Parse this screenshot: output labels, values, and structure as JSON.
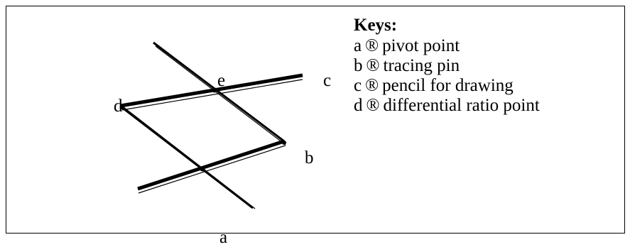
{
  "labels": {
    "a": "a",
    "b": "b",
    "c": "c",
    "d": "d",
    "e": "e"
  },
  "keys": {
    "title": "Keys:",
    "symbol": "®",
    "items": [
      {
        "letter": "a",
        "desc": "pivot point"
      },
      {
        "letter": "b",
        "desc": "tracing pin"
      },
      {
        "letter": "c",
        "desc": "pencil for drawing"
      },
      {
        "letter": "d",
        "desc": "differential ratio point"
      }
    ]
  },
  "colors": {
    "line": "#000000",
    "background": "#ffffff"
  }
}
